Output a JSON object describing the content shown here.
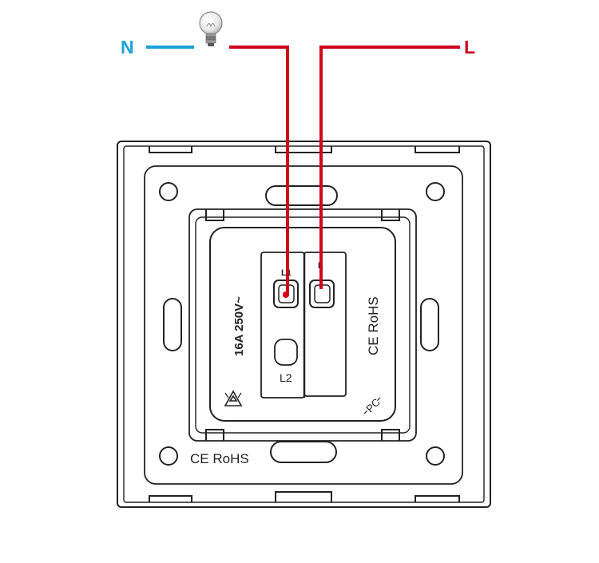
{
  "terminals": {
    "neutral": "N",
    "live": "L"
  },
  "module": {
    "terminal_l1": "L1",
    "terminal_l": "L",
    "terminal_l2": "L2",
    "rating": "16A 250V~",
    "module_marks": "CE RoHS",
    "material_mark": "PC"
  },
  "frame": {
    "marks": "CE RoHS"
  },
  "colors": {
    "neutral_wire": "#1ea0dc",
    "live_wire": "#d0021b",
    "label_blue": "#1ea0dc",
    "label_red": "#d0021b",
    "outline": "#222222"
  },
  "icons": {
    "lamp": "light-bulb-icon",
    "recycle": "recycle-icon"
  }
}
